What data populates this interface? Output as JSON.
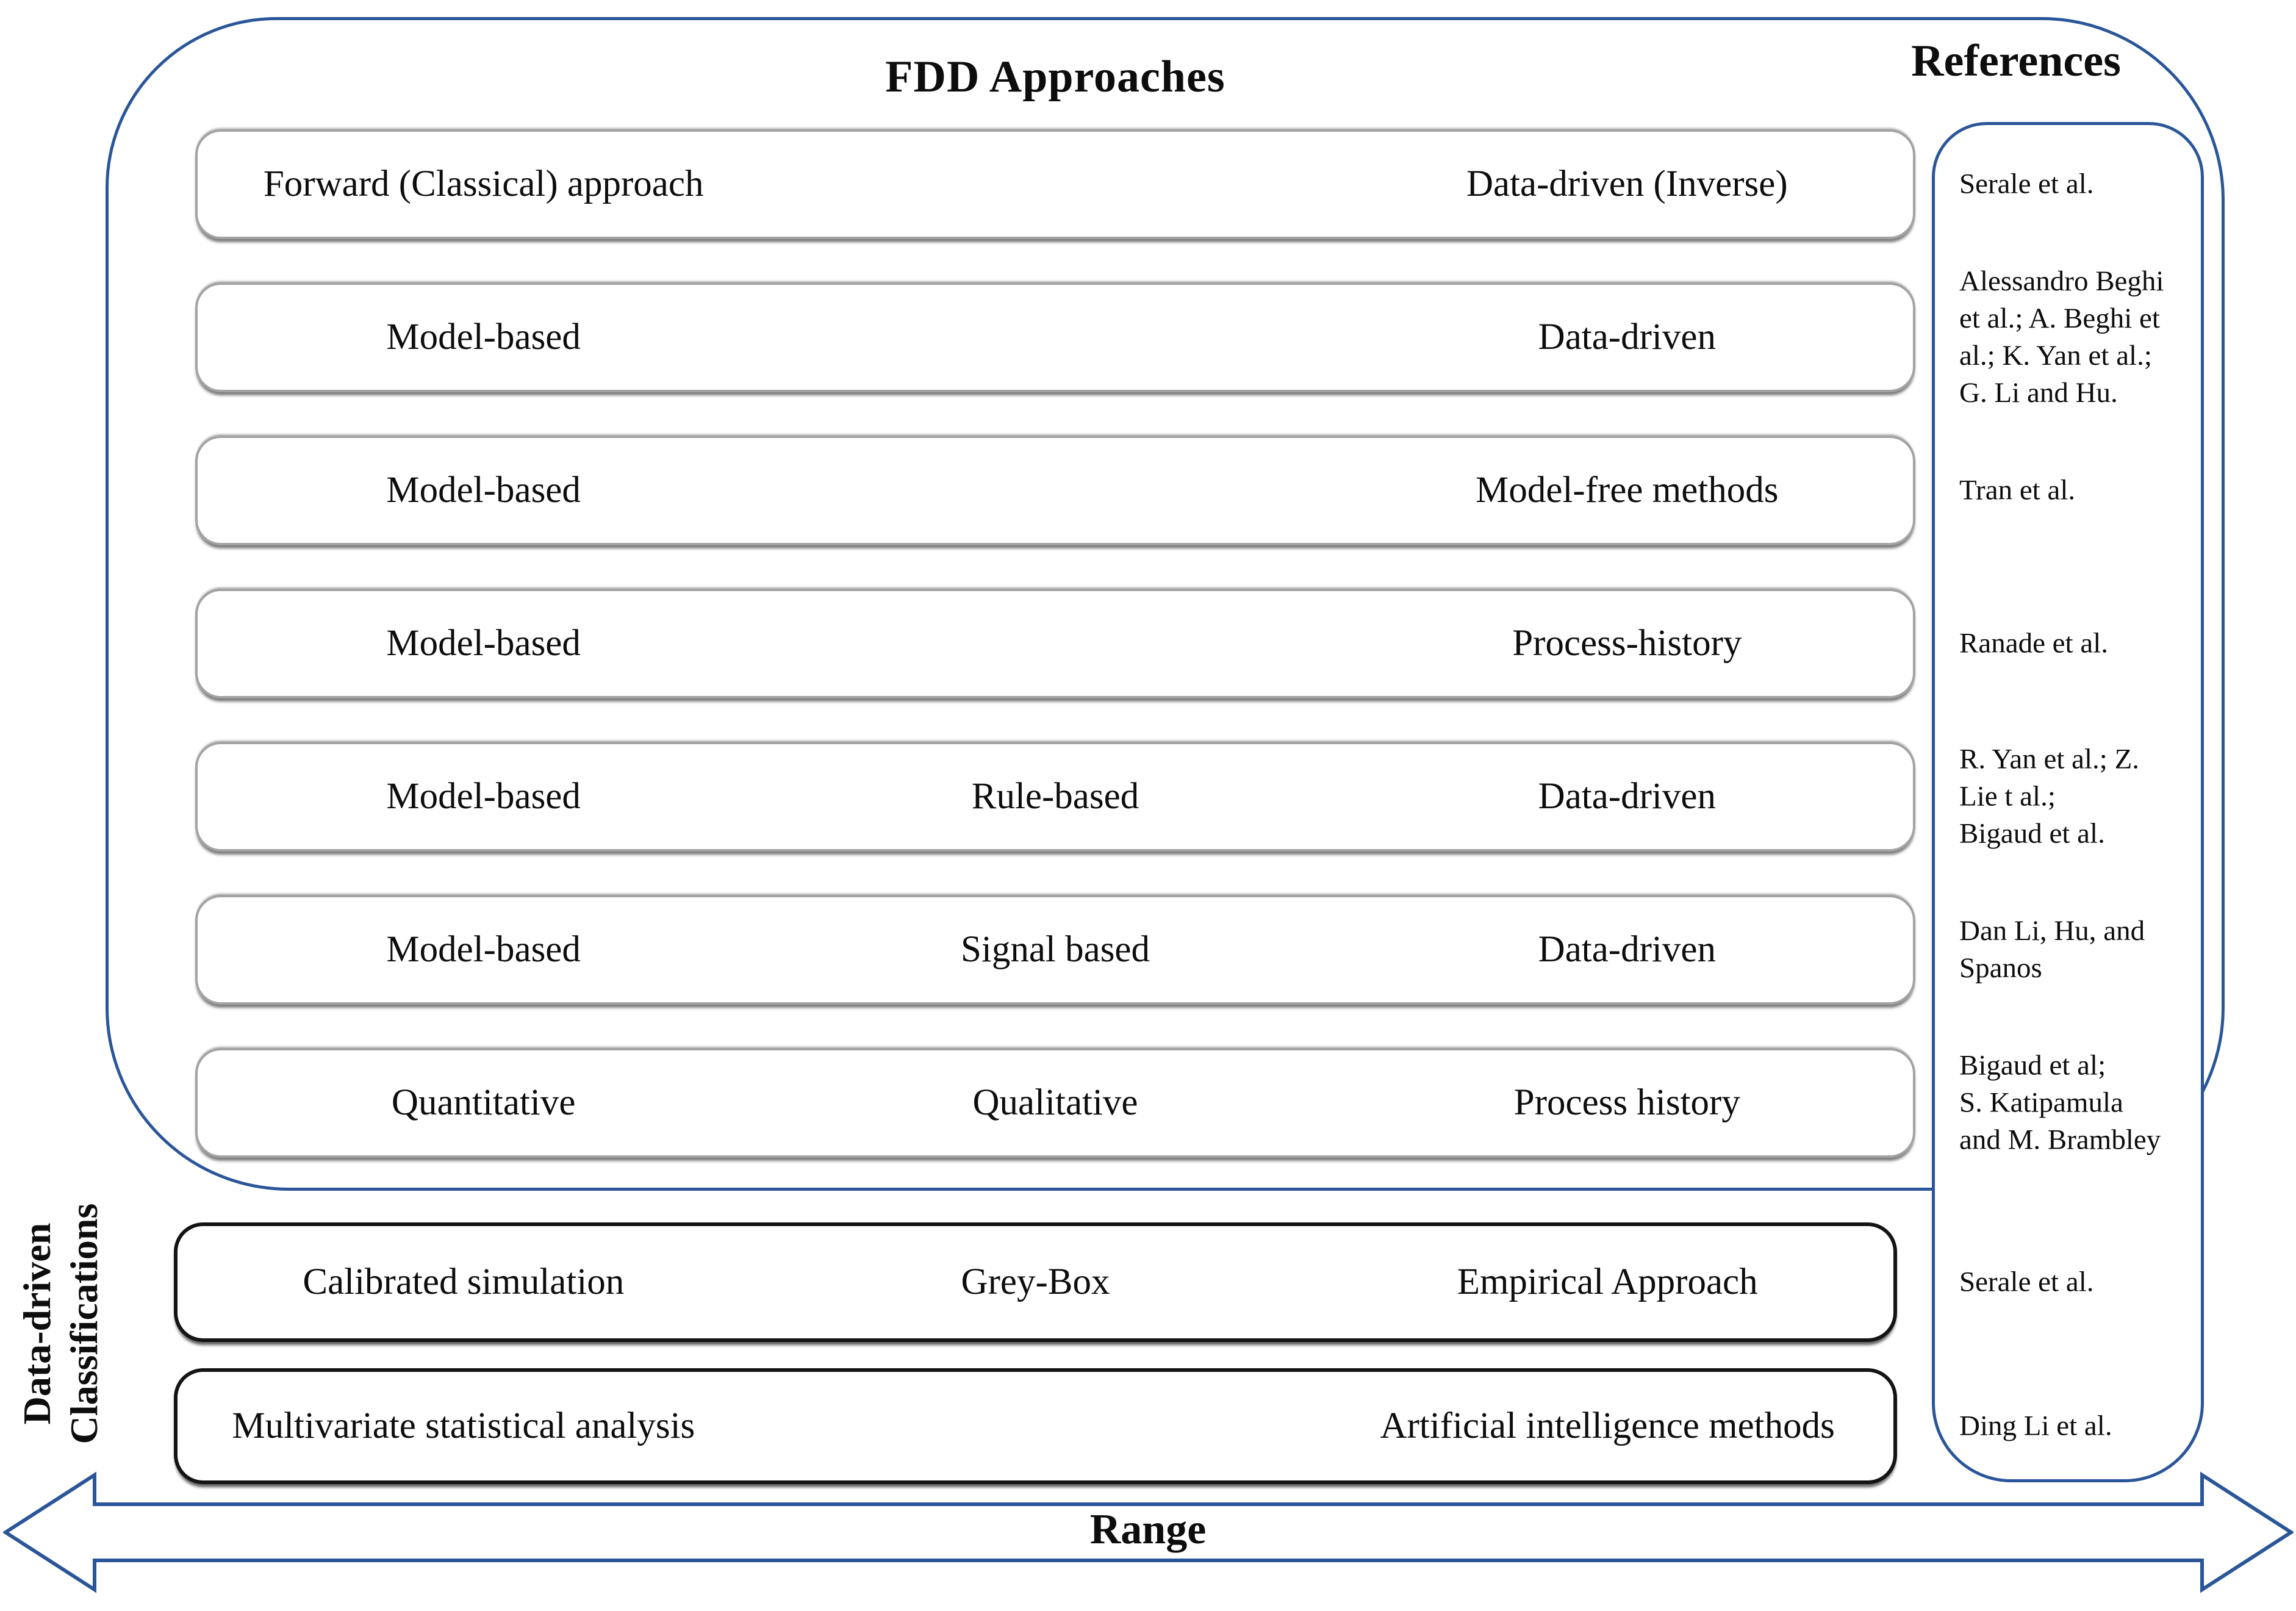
{
  "diagram": {
    "title": "FDD Approaches",
    "references_title": "References",
    "left_axis_label": [
      "Data-driven",
      "Classifications"
    ],
    "range_label": "Range",
    "colors": {
      "accent_blue": "#2a5699",
      "row_border_gray": "#a3a3a3",
      "row_border_black": "#141414",
      "text": "#0d0d0d"
    },
    "rows": [
      {
        "border": "gray",
        "cells": [
          "Forward (Classical) approach",
          "",
          "Data-driven (Inverse)"
        ]
      },
      {
        "border": "gray",
        "cells": [
          "Model-based",
          "",
          "Data-driven"
        ]
      },
      {
        "border": "gray",
        "cells": [
          "Model-based",
          "",
          "Model-free methods"
        ]
      },
      {
        "border": "gray",
        "cells": [
          "Model-based",
          "",
          "Process-history"
        ]
      },
      {
        "border": "gray",
        "cells": [
          "Model-based",
          "Rule-based",
          "Data-driven"
        ]
      },
      {
        "border": "gray",
        "cells": [
          "Model-based",
          "Signal based",
          "Data-driven"
        ]
      },
      {
        "border": "gray",
        "cells": [
          "Quantitative",
          "Qualitative",
          "Process history"
        ]
      },
      {
        "border": "black",
        "cells": [
          "Calibrated simulation",
          "Grey-Box",
          "Empirical Approach"
        ]
      },
      {
        "border": "black",
        "cells": [
          "Multivariate statistical analysis",
          "",
          "Artificial intelligence methods"
        ]
      }
    ],
    "references": [
      [
        "Serale et al."
      ],
      [
        "Alessandro Beghi",
        "et al.; A. Beghi et",
        "al.; K. Yan et al.;",
        "G. Li and Hu."
      ],
      [
        "Tran et al."
      ],
      [
        "Ranade et al."
      ],
      [
        "R. Yan et al.; Z.",
        "Lie t al.;",
        "Bigaud et al."
      ],
      [
        "Dan Li, Hu, and",
        "Spanos"
      ],
      [
        "Bigaud et al;",
        "S. Katipamula",
        "and M. Brambley"
      ],
      [
        "Serale et al."
      ],
      [
        "Ding Li et al."
      ]
    ]
  }
}
